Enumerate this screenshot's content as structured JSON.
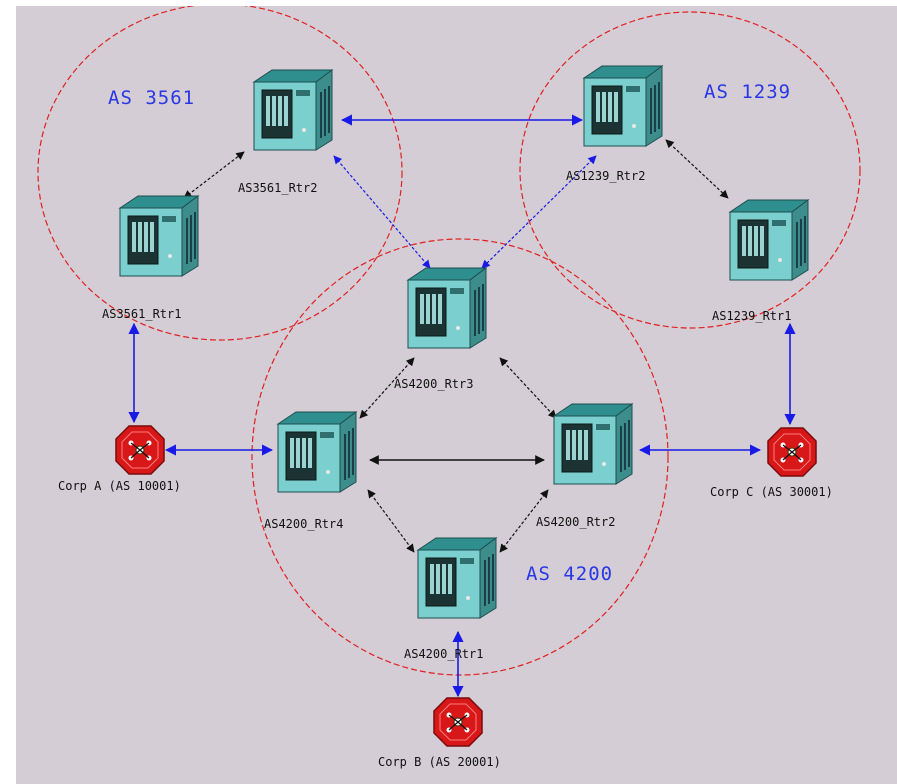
{
  "colors": {
    "background": "#d4cdd5",
    "as_circle": "#e02020",
    "as_label": "#2a37e6",
    "link_internal": "#111111",
    "link_external": "#1a1ae6",
    "router_body": "#3d9c9c",
    "customer_router": "#d81818"
  },
  "as_labels": {
    "as3561": "AS 3561",
    "as1239": "AS 1239",
    "as4200": "AS 4200"
  },
  "routers": {
    "as3561_rtr2": "AS3561_Rtr2",
    "as3561_rtr1": "AS3561_Rtr1",
    "as1239_rtr2": "AS1239_Rtr2",
    "as1239_rtr1": "AS1239_Rtr1",
    "as4200_rtr3": "AS4200_Rtr3",
    "as4200_rtr4": "AS4200_Rtr4",
    "as4200_rtr2": "AS4200_Rtr2",
    "as4200_rtr1": "AS4200_Rtr1"
  },
  "customers": {
    "corp_a": "Corp A (AS 10001)",
    "corp_b": "Corp B (AS 20001)",
    "corp_c": "Corp C (AS 30001)"
  },
  "icons": {
    "router": "router-server-icon",
    "customer": "red-octagon-router-icon"
  }
}
